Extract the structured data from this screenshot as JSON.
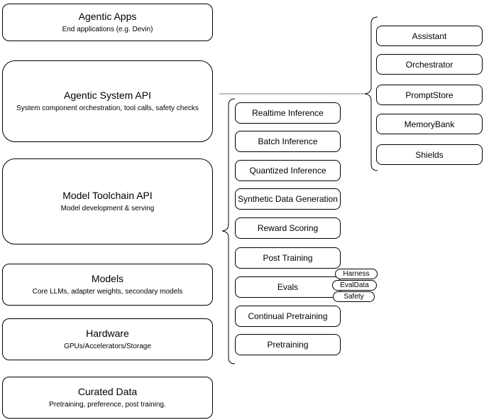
{
  "diagram": {
    "left_stack": [
      {
        "title": "Agentic Apps",
        "subtitle": "End applications (e.g. Devin)"
      },
      {
        "title": "Agentic System API",
        "subtitle": "System component orchestration, tool calls, safety checks"
      },
      {
        "title": "Model Toolchain API",
        "subtitle": "Model development & serving"
      },
      {
        "title": "Models",
        "subtitle": "Core LLMs, adapter weights, secondary models"
      },
      {
        "title": "Hardware",
        "subtitle": "GPUs/Accelerators/Storage"
      },
      {
        "title": "Curated Data",
        "subtitle": "Pretraining, preference, post training."
      }
    ],
    "toolchain_items": [
      {
        "label": "Realtime Inference"
      },
      {
        "label": "Batch Inference"
      },
      {
        "label": "Quantized Inference"
      },
      {
        "label": "Synthetic Data Generation"
      },
      {
        "label": "Reward Scoring"
      },
      {
        "label": "Post Training"
      },
      {
        "label": "Evals"
      },
      {
        "label": "Continual Pretraining"
      },
      {
        "label": "Pretraining"
      }
    ],
    "eval_tags": [
      {
        "label": "Harness"
      },
      {
        "label": "EvalData"
      },
      {
        "label": "Safety"
      }
    ],
    "system_components": [
      {
        "label": "Assistant"
      },
      {
        "label": "Orchestrator"
      },
      {
        "label": "PromptStore"
      },
      {
        "label": "MemoryBank"
      },
      {
        "label": "Shields"
      }
    ],
    "colors": {
      "stroke": "#000000",
      "connector": "#808080",
      "background": "#ffffff"
    }
  }
}
